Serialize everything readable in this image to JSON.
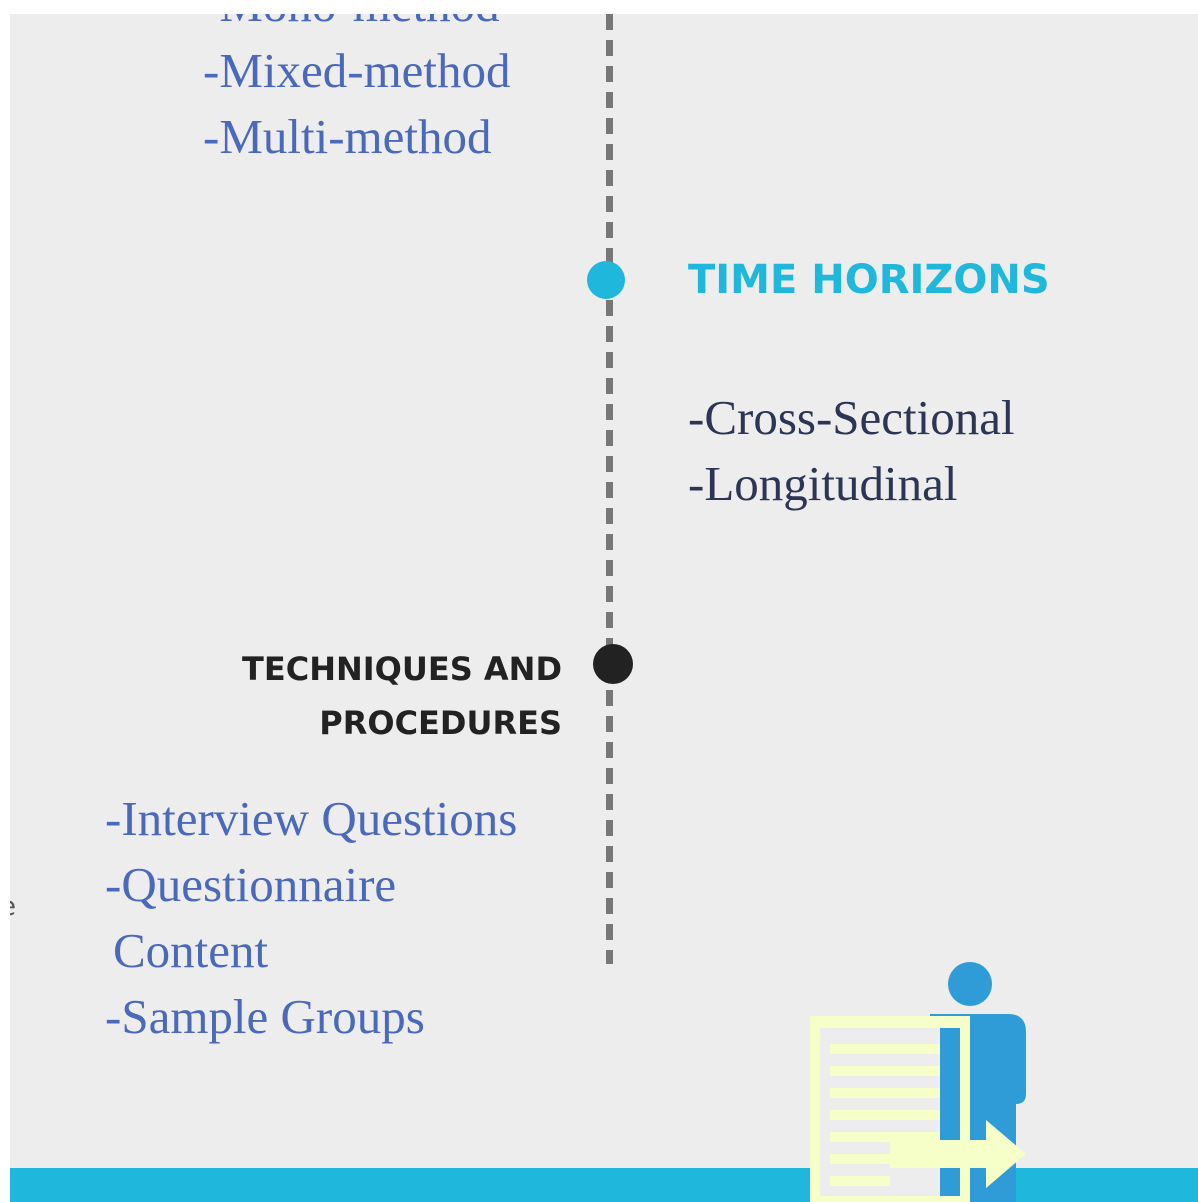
{
  "method_choices": {
    "items": [
      "-Mono-method",
      "-Mixed-method",
      "-Multi-method"
    ]
  },
  "time_horizons": {
    "title": "TIME HORIZONS",
    "items": [
      "-Cross-Sectional",
      "-Longitudinal"
    ]
  },
  "techniques": {
    "title_line1": "TECHNIQUES AND",
    "title_line2": "PROCEDURES",
    "items": [
      "-Interview Questions",
      "-Questionnaire",
      " Content",
      "-Sample Groups"
    ]
  },
  "stray_text": "e",
  "icons": {
    "person": "person-icon",
    "document": "document-icon",
    "arrow": "arrow-right-icon"
  },
  "colors": {
    "accent": "#1fb8dc",
    "list_blue": "#4a68bc",
    "list_navy": "#2c3554",
    "heading_dark": "#222222",
    "background": "#ededed",
    "document_yellow": "#f7ffc8"
  }
}
